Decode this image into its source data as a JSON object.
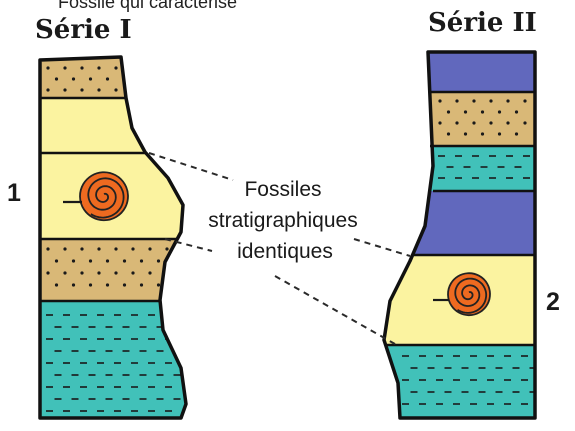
{
  "header_fragment": "Fossile qui caractérise",
  "series": [
    {
      "title": "Série I",
      "fossil_label": "1"
    },
    {
      "title": "Série II",
      "fossil_label": "2"
    }
  ],
  "annotation": {
    "line1": "Fossiles",
    "line2": "stratigraphiques",
    "line3": "identiques"
  },
  "colors": {
    "sandstone": "#d9b877",
    "limestone": "#fbf3a0",
    "marl": "#41c1b9",
    "clay": "#6168bd",
    "fossil": "#ee6a20",
    "outline": "#111111"
  },
  "icons": [
    "ammonite-fossil-icon"
  ]
}
